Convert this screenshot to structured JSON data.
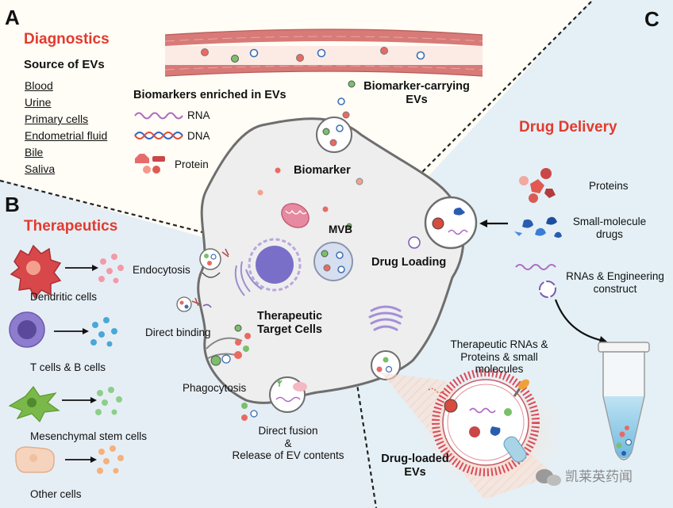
{
  "panels": {
    "a": "A",
    "b": "B",
    "c": "C"
  },
  "diagnostics": {
    "title": "Diagnostics",
    "source_heading": "Source of EVs",
    "sources": [
      "Blood",
      "Urine",
      "Primary cells",
      "Endometrial fluid",
      "Bile",
      "Saliva"
    ],
    "biomarkers_heading": "Biomarkers enriched in EVs",
    "legend": {
      "rna": "RNA",
      "dna": "DNA",
      "protein": "Protein"
    },
    "carrying_line1": "Biomarker-carrying",
    "carrying_line2": "EVs"
  },
  "cell": {
    "biomarker": "Biomarker",
    "mvb": "MVB",
    "drug_loading": "Drug Loading",
    "target_line1": "Therapeutic",
    "target_line2": "Target Cells"
  },
  "therapeutics": {
    "title": "Therapeutics",
    "cells": [
      "Dendritic cells",
      "T cells & B cells",
      "Mesenchymal stem cells",
      "Other cells"
    ],
    "uptake": {
      "endocytosis": "Endocytosis",
      "direct_binding": "Direct binding",
      "phagocytosis": "Phagocytosis",
      "fusion_line1": "Direct fusion",
      "fusion_line2": "&",
      "fusion_line3": "Release of EV contents"
    }
  },
  "drug_delivery": {
    "title": "Drug Delivery",
    "proteins": "Proteins",
    "small_line1": "Small-molecule",
    "small_line2": "drugs",
    "rnas_line1": "RNAs & Engineering",
    "rnas_line2": "construct",
    "cargo_line1": "Therapeutic RNAs &",
    "cargo_line2": "Proteins & small",
    "cargo_line3": "molecules",
    "loaded_line1": "Drug-loaded",
    "loaded_line2": "EVs"
  },
  "watermark": "凯莱英药闻",
  "colors": {
    "accent_red": "#e23b2e",
    "panel_b_bg": "#e6eef5",
    "panel_c_bg": "#e4f0f6",
    "panel_a_bg": "#fffdf5",
    "cell_fill": "#eeeeee",
    "vessel_red": "#d77a78"
  }
}
